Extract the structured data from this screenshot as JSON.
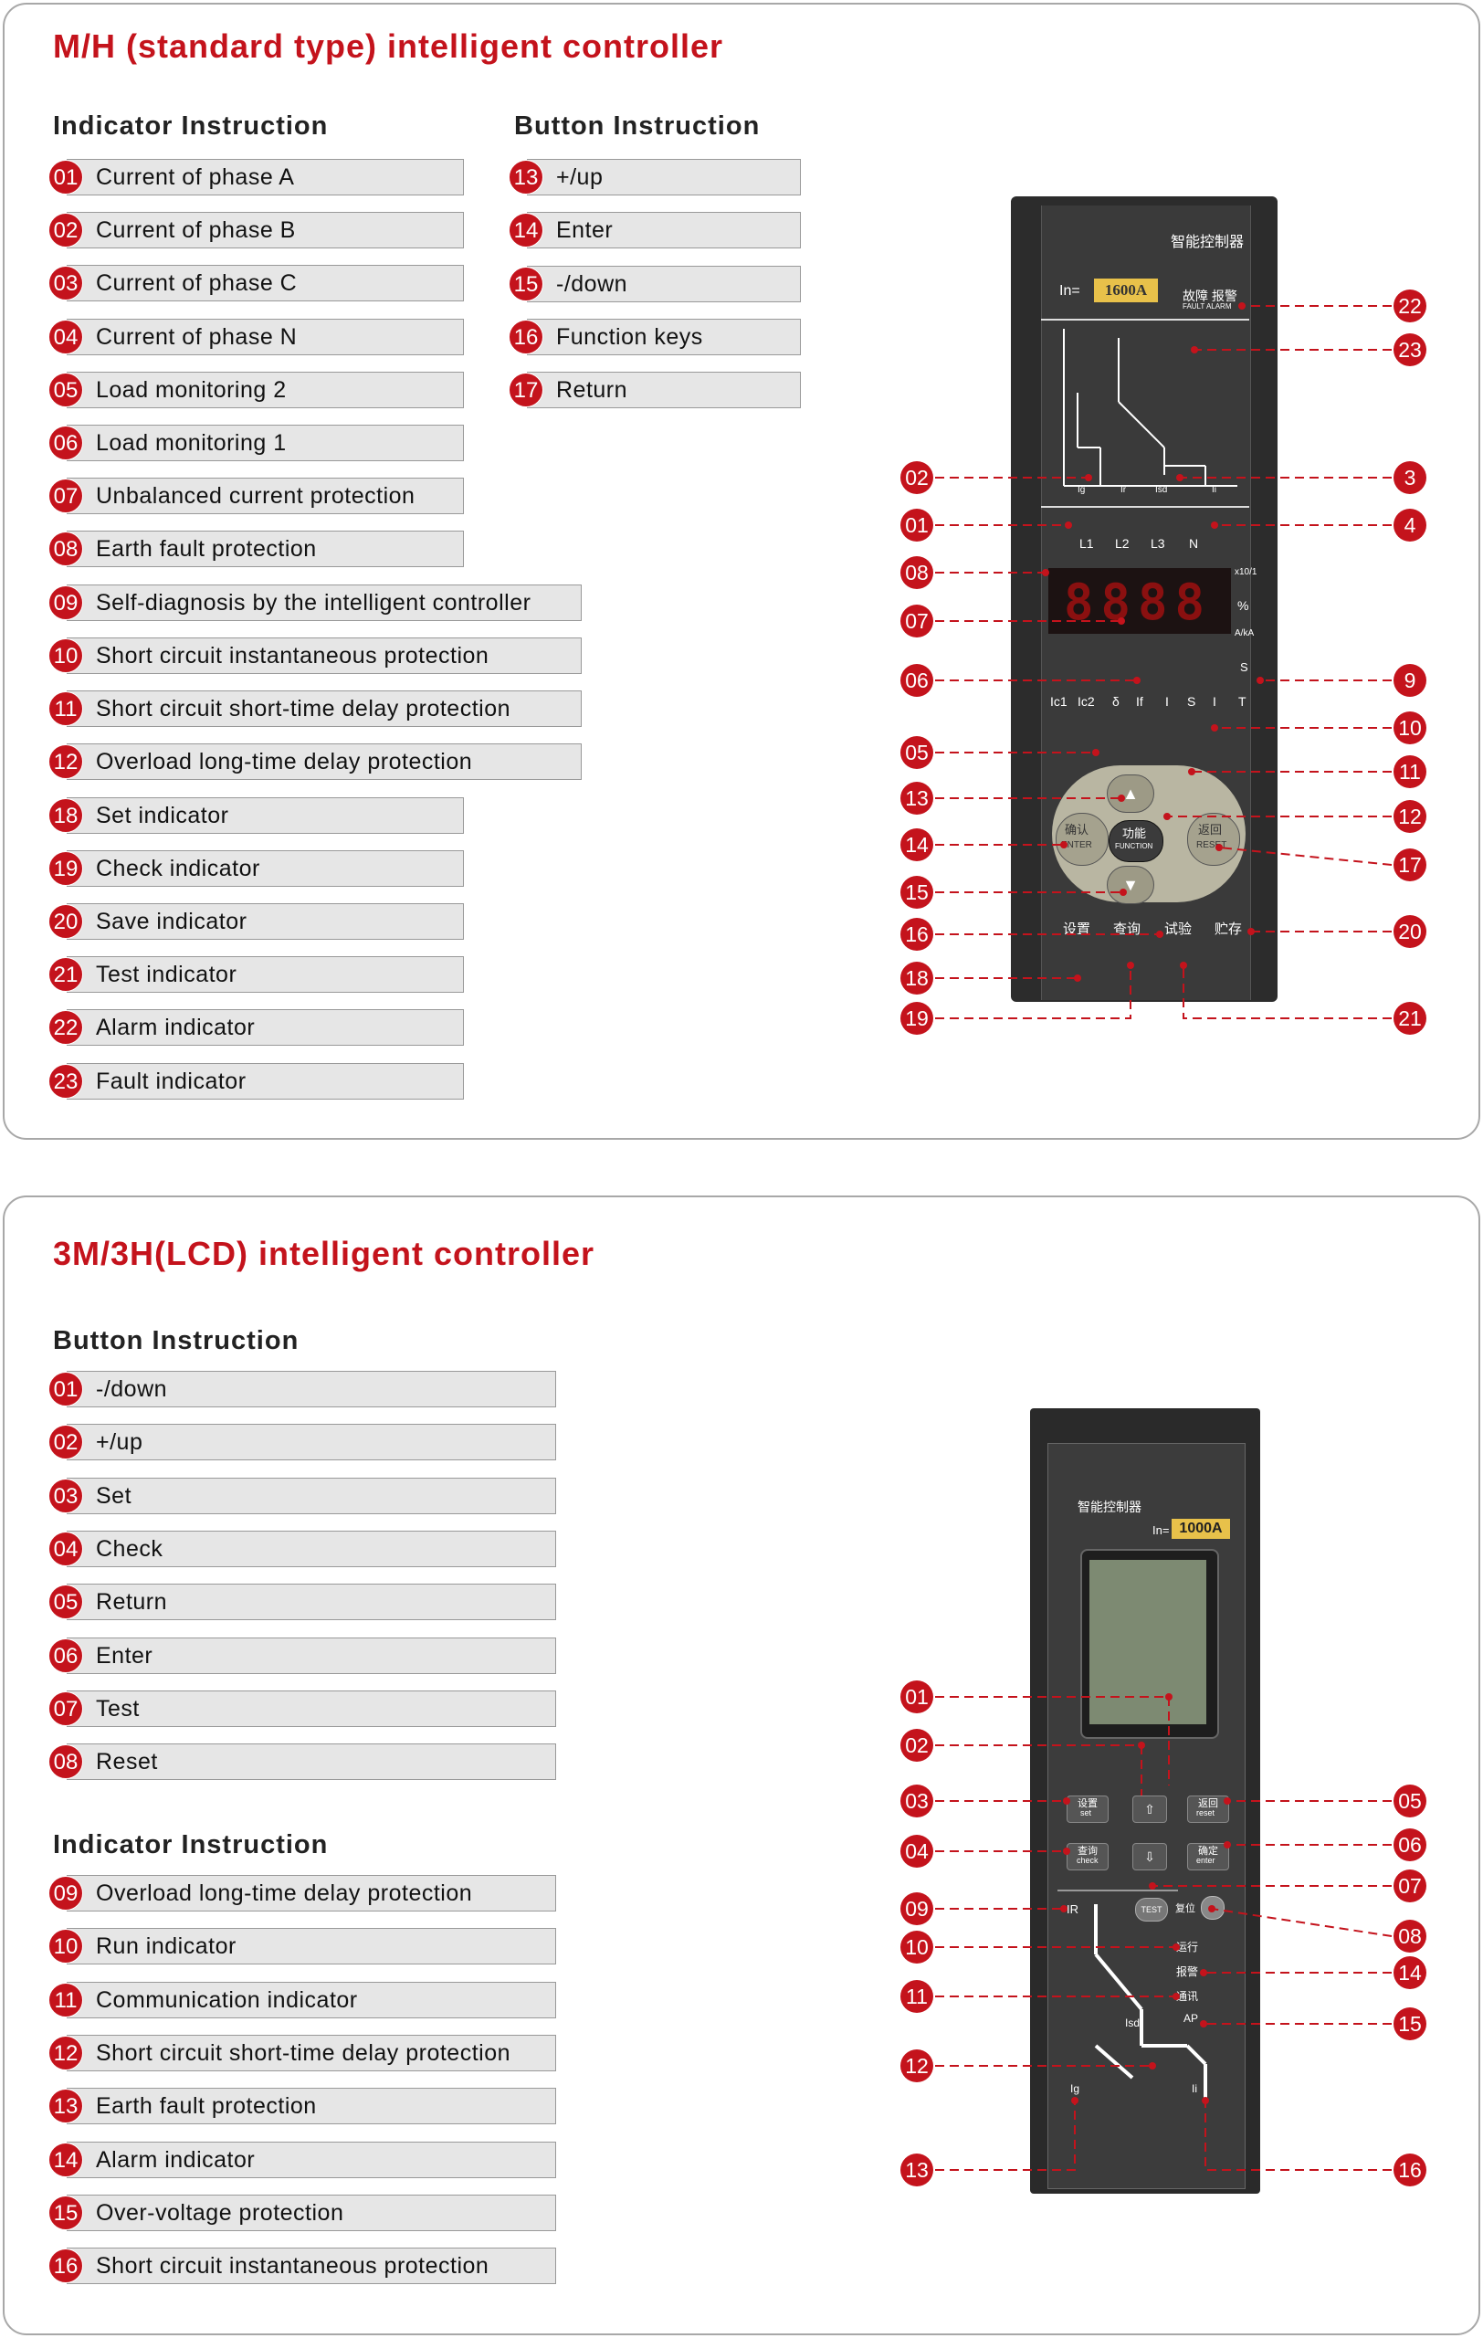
{
  "panel1": {
    "title": "M/H (standard type) intelligent controller",
    "indicator_heading": "Indicator Instruction",
    "button_heading": "Button Instruction",
    "indicators": [
      {
        "num": "01",
        "label": "Current of phase A"
      },
      {
        "num": "02",
        "label": "Current of phase B"
      },
      {
        "num": "03",
        "label": "Current of phase C"
      },
      {
        "num": "04",
        "label": "Current of phase N"
      },
      {
        "num": "05",
        "label": "Load monitoring 2"
      },
      {
        "num": "06",
        "label": "Load monitoring 1"
      },
      {
        "num": "07",
        "label": "Unbalanced current protection"
      },
      {
        "num": "08",
        "label": "Earth fault protection"
      },
      {
        "num": "09",
        "label": "Self-diagnosis by the intelligent controller"
      },
      {
        "num": "10",
        "label": "Short circuit instantaneous protection"
      },
      {
        "num": "11",
        "label": "Short circuit short-time delay protection"
      },
      {
        "num": "12",
        "label": "Overload long-time delay protection"
      },
      {
        "num": "18",
        "label": "Set indicator"
      },
      {
        "num": "19",
        "label": "Check indicator"
      },
      {
        "num": "20",
        "label": "Save indicator"
      },
      {
        "num": "21",
        "label": "Test indicator"
      },
      {
        "num": "22",
        "label": "Alarm indicator"
      },
      {
        "num": "23",
        "label": "Fault indicator"
      }
    ],
    "buttons": [
      {
        "num": "13",
        "label": "+/up"
      },
      {
        "num": "14",
        "label": "Enter"
      },
      {
        "num": "15",
        "label": "-/down"
      },
      {
        "num": "16",
        "label": "Function keys"
      },
      {
        "num": "17",
        "label": "Return"
      }
    ],
    "callouts": [
      "02",
      "01",
      "08",
      "07",
      "06",
      "05",
      "13",
      "14",
      "15",
      "16",
      "18",
      "19",
      "22",
      "23",
      "3",
      "4",
      "9",
      "10",
      "11",
      "12",
      "17",
      "20",
      "21"
    ],
    "device": {
      "brand": "智能控制器",
      "rating_prefix": "In=",
      "rating": "1600A",
      "fault_alarm_cn": "故障 报警",
      "fault_alarm_en": "FAULT ALARM",
      "phases": [
        "L1",
        "L2",
        "L3",
        "N"
      ],
      "units": [
        "x10/1",
        "%",
        "A/kA",
        "S"
      ],
      "led_labels": [
        "Ic1",
        "Ic2",
        "δ",
        "If",
        "I",
        "S",
        "I",
        "T"
      ],
      "curve_labels": [
        "Ig",
        "Ir",
        "Isd",
        "Ii"
      ],
      "key_enter_cn": "确认",
      "key_enter_en": "ENTER",
      "key_func_cn": "功能",
      "key_func_en": "FUNCTION",
      "key_return_cn": "返回",
      "key_return_en": "RESET",
      "bottom_labels": [
        "设置",
        "查询",
        "试验",
        "贮存"
      ]
    }
  },
  "panel2": {
    "title": "3M/3H(LCD) intelligent controller",
    "button_heading": "Button Instruction",
    "indicator_heading": "Indicator Instruction",
    "buttons": [
      {
        "num": "01",
        "label": "-/down"
      },
      {
        "num": "02",
        "label": "+/up"
      },
      {
        "num": "03",
        "label": "Set"
      },
      {
        "num": "04",
        "label": "Check"
      },
      {
        "num": "05",
        "label": "Return"
      },
      {
        "num": "06",
        "label": "Enter"
      },
      {
        "num": "07",
        "label": "Test"
      },
      {
        "num": "08",
        "label": "Reset"
      }
    ],
    "indicators": [
      {
        "num": "09",
        "label": "Overload long-time delay protection"
      },
      {
        "num": "10",
        "label": "Run indicator"
      },
      {
        "num": "11",
        "label": "Communication indicator"
      },
      {
        "num": "12",
        "label": "Short circuit short-time delay protection"
      },
      {
        "num": "13",
        "label": "Earth fault protection"
      },
      {
        "num": "14",
        "label": "Alarm indicator"
      },
      {
        "num": "15",
        "label": "Over-voltage protection"
      },
      {
        "num": "16",
        "label": "Short circuit instantaneous protection"
      }
    ],
    "callouts": [
      "01",
      "02",
      "03",
      "04",
      "09",
      "10",
      "11",
      "12",
      "13",
      "05",
      "06",
      "07",
      "08",
      "14",
      "15",
      "16"
    ],
    "device": {
      "brand": "智能控制器",
      "rating_prefix": "In=",
      "rating": "1000A",
      "btn_set_cn": "设置",
      "btn_set_en": "set",
      "btn_reset_cn": "返回",
      "btn_reset_en": "reset",
      "btn_check_cn": "查询",
      "btn_check_en": "check",
      "btn_enter_cn": "确定",
      "btn_enter_en": "enter",
      "test_label": "TEST",
      "reset_label": "复位",
      "status_labels": [
        "运行",
        "报警",
        "通讯",
        "AP"
      ],
      "curve_labels": [
        "IR",
        "Isd",
        "Ig",
        "Ii"
      ]
    }
  },
  "colors": {
    "accent": "#c4131c",
    "bar": "#e6e6e6",
    "device": "#2a2a2a"
  }
}
